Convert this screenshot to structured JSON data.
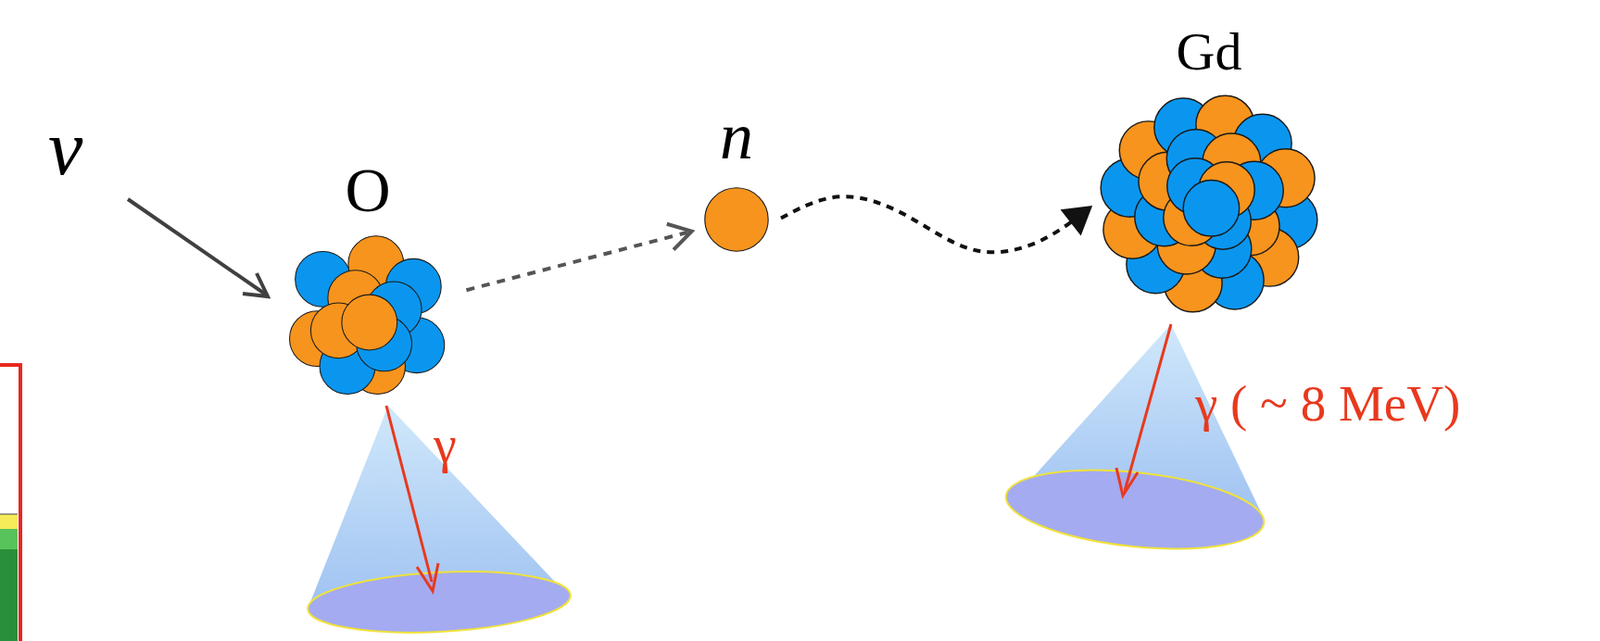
{
  "diagram": {
    "nodes": [
      {
        "text": [
          "O"
        ]
      },
      {
        "text": [
          "n"
        ]
      },
      {
        "text": [
          "Gd"
        ]
      }
    ],
    "edges": [
      {
        "from": 0,
        "to": 1,
        "arrow": "to"
      },
      {
        "from": 1,
        "to": 2,
        "arrow": "to"
      }
    ],
    "labels": [
      "ν",
      "γ",
      "γ ( ~ 8 MeV)"
    ]
  }
}
